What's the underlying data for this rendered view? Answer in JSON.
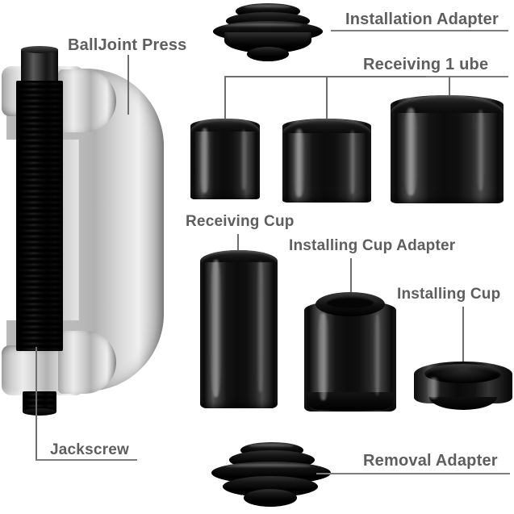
{
  "image": {
    "subject": "Ball joint press tool kit — exploded parts diagram",
    "background_color": "#ffffff",
    "label_color": "#5e5e5e",
    "leader_color": "#6f6f6f"
  },
  "labels": [
    {
      "id": "balljoint-press",
      "text": "BallJoint Press"
    },
    {
      "id": "installation-adapter",
      "text": "Installation Adapter"
    },
    {
      "id": "receiving-tube",
      "text": "Receiving 1 ube"
    },
    {
      "id": "receiving-cup",
      "text": "Receiving Cup"
    },
    {
      "id": "installing-cup-adapter",
      "text": "Installing Cup Adapter"
    },
    {
      "id": "installing-cup",
      "text": "Installing Cup"
    },
    {
      "id": "jackscrew",
      "text": "Jackscrew"
    },
    {
      "id": "removal-adapter",
      "text": "Removal Adapter"
    }
  ],
  "parts": {
    "press": {
      "name": "BallJoint Press",
      "material": "cast steel C-frame",
      "color": "#cfcfcf"
    },
    "jackscrew": {
      "name": "Jackscrew",
      "material": "black threaded rod with hex head",
      "color": "#111111"
    },
    "installation_adapter": {
      "name": "Installation Adapter",
      "shape": "stepped round disc",
      "color": "#0d0d0d"
    },
    "receiving_tubes": [
      {
        "name": "Receiving Tube Small",
        "color": "#101010"
      },
      {
        "name": "Receiving Tube Medium",
        "color": "#101010"
      },
      {
        "name": "Receiving Tube Large",
        "color": "#101010"
      }
    ],
    "receiving_cup": {
      "name": "Receiving Cup",
      "shape": "tall cylinder",
      "color": "#101010"
    },
    "installing_cup_adapter": {
      "name": "Installing Cup Adapter",
      "shape": "cylinder with recessed collar",
      "color": "#101010"
    },
    "installing_cup": {
      "name": "Installing Cup",
      "shape": "shallow open ring cup",
      "color": "#101010"
    },
    "removal_adapter": {
      "name": "Removal Adapter",
      "shape": "stepped round disc",
      "color": "#0d0d0d"
    }
  }
}
